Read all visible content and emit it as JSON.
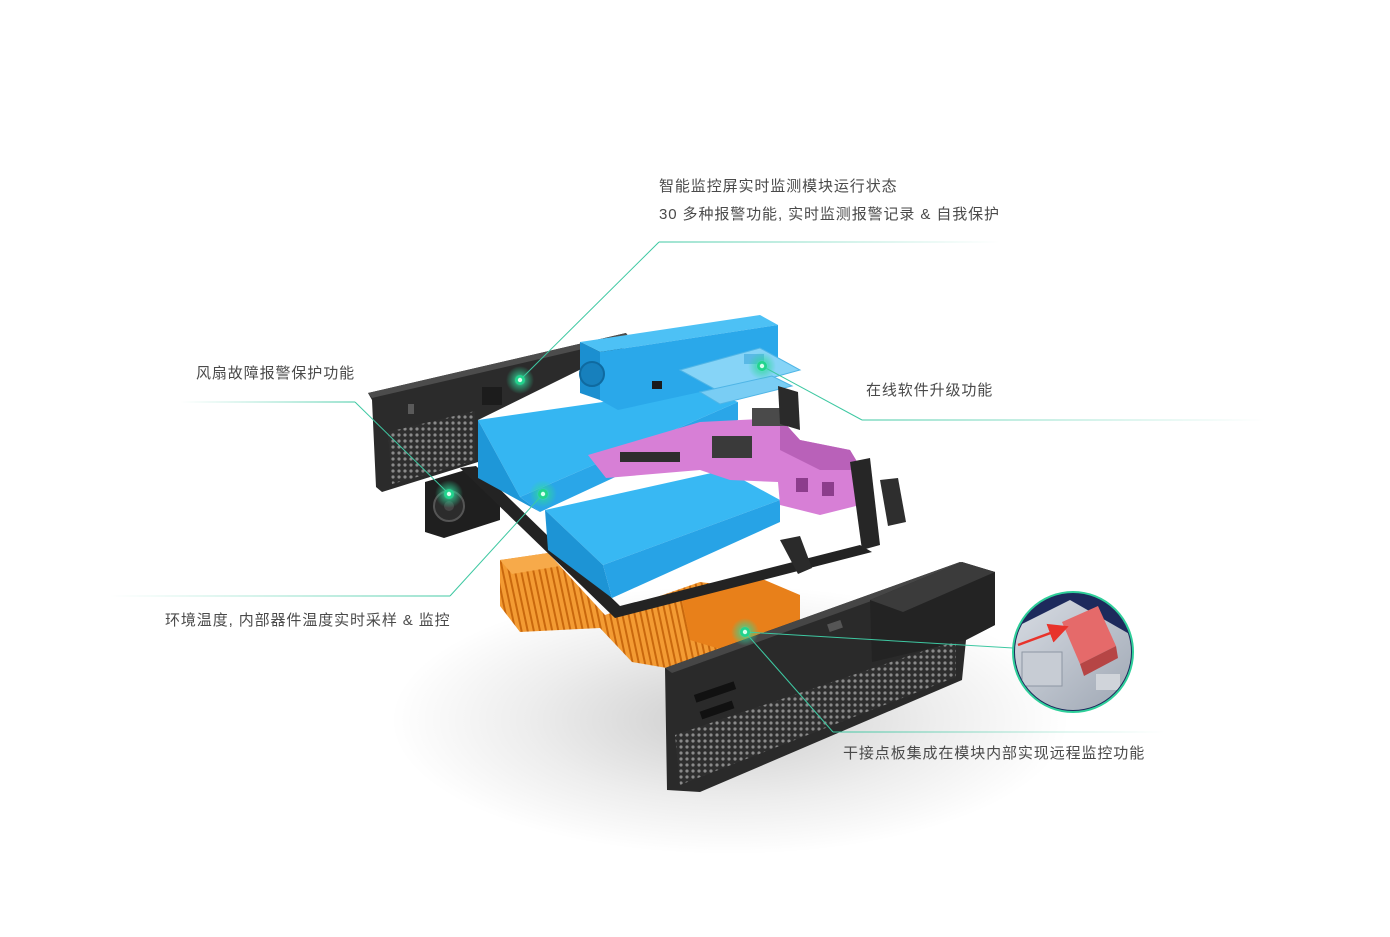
{
  "callouts": {
    "monitor_screen": {
      "line1": "智能监控屏实时监测模块运行状态",
      "line2": "30 多种报警功能, 实时监测报警记录 & 自我保护"
    },
    "fan_alarm": "风扇故障报警保护功能",
    "software_upgrade": "在线软件升级功能",
    "temperature": "环境温度, 内部器件温度实时采样 & 监控",
    "dry_contact": "干接点板集成在模块内部实现远程监控功能"
  },
  "colors": {
    "accent": "#3ec8a2",
    "text": "#4a4a4a",
    "module_blue": "#29a9ec",
    "bracket_pink": "#d77fd6",
    "heatsink_orange": "#f08a1c",
    "frame_black": "#2a2a2a",
    "magnifier_navy": "#1d2a5c"
  }
}
